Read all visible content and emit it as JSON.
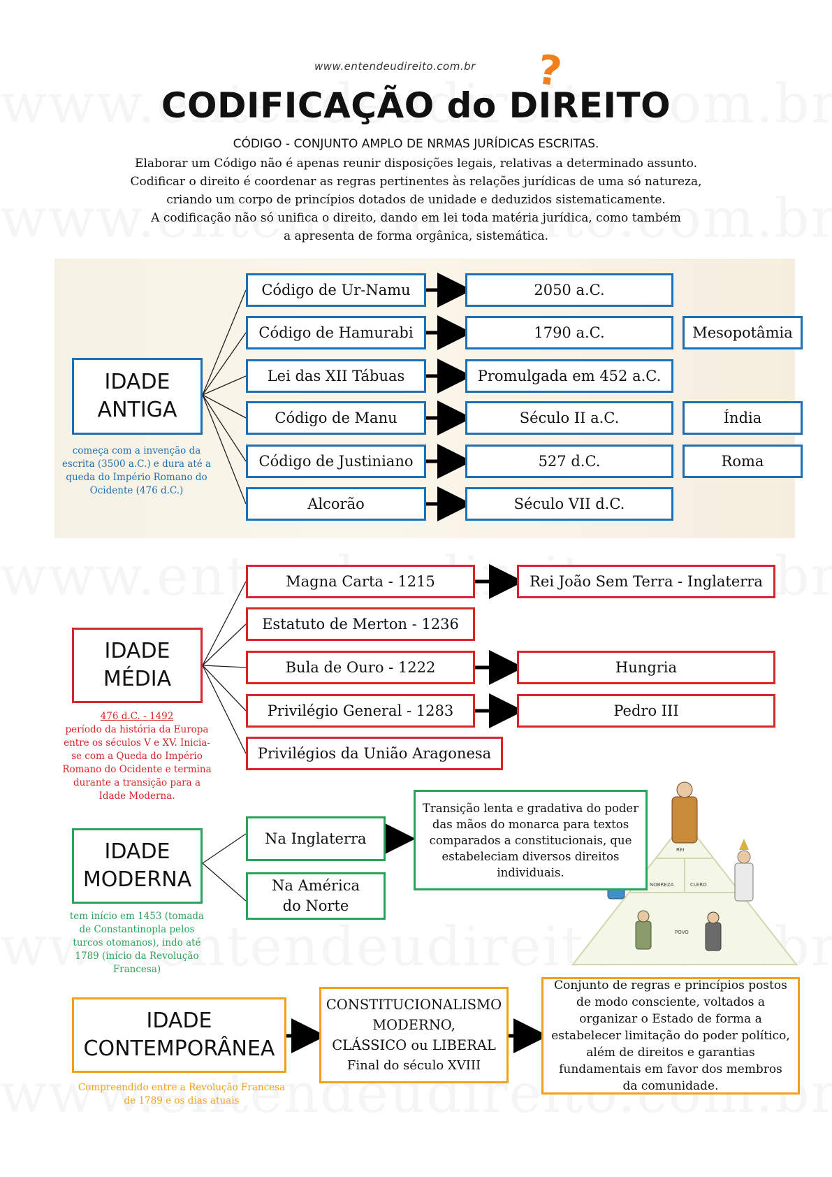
{
  "header": {
    "site": "www.entendeudireito.com.br",
    "title": "CODIFICAÇÃO do DIREITO",
    "subtitle": "CÓDIGO - CONJUNTO AMPLO DE NRMAS JURÍDICAS ESCRITAS.",
    "intro": [
      "Elaborar um Código não é apenas reunir disposições legais, relativas a determinado assunto.",
      "Codificar o direito é coordenar as regras pertinentes às relações jurídicas de uma só natureza,",
      "criando um corpo de princípios dotados de unidade e deduzidos sistematicamente.",
      "A codificação não só unifica o direito, dando em lei toda matéria jurídica, como também",
      "a apresenta de forma orgânica, sistemática."
    ],
    "watermark": "www.entendeudireito.com.br"
  },
  "antiga": {
    "era": [
      "IDADE",
      "ANTIGA"
    ],
    "note": "começa com a invenção da escrita (3500 a.C.) e dura até a queda do Império Romano do Ocidente (476 d.C.)",
    "items": [
      {
        "name": "Código de Ur-Namu",
        "date": "2050 a.C."
      },
      {
        "name": "Código de Hamurabi",
        "date": "1790 a.C.",
        "place": "Mesopotâmia"
      },
      {
        "name": "Lei das XII Tábuas",
        "date": "Promulgada em 452 a.C."
      },
      {
        "name": "Código de Manu",
        "date": "Século II a.C.",
        "place": "Índia"
      },
      {
        "name": "Código de Justiniano",
        "date": "527 d.C.",
        "place": "Roma"
      },
      {
        "name": "Alcorão",
        "date": "Século VII d.C."
      }
    ]
  },
  "media": {
    "era": [
      "IDADE",
      "MÉDIA"
    ],
    "note_date": "476 d.C. - 1492",
    "note": "período da história da Europa entre os séculos V e XV. Inicia-se com a Queda do Império Romano do Ocidente e termina durante a transição para a Idade Moderna.",
    "items": [
      {
        "name": "Magna Carta - 1215",
        "detail": "Rei João Sem Terra - Inglaterra"
      },
      {
        "name": "Estatuto de Merton - 1236"
      },
      {
        "name": "Bula de Ouro - 1222",
        "detail": "Hungria"
      },
      {
        "name": "Privilégio General - 1283",
        "detail": "Pedro III"
      },
      {
        "name": "Privilégios da União Aragonesa"
      }
    ]
  },
  "moderna": {
    "era": [
      "IDADE",
      "MODERNA"
    ],
    "note": "tem início em 1453 (tomada de Constantinopla pelos turcos otomanos), indo até 1789 (início da Revolução Francesa)",
    "items": [
      {
        "name": "Na Inglaterra"
      },
      {
        "name": "Na América do Norte"
      }
    ],
    "transition": "Transição lenta e gradativa do poder das mãos do monarca para textos comparados a constitucionais, que estabeleciam diversos direitos individuais.",
    "pyramid_labels": [
      "REI",
      "NOBREZA",
      "CLERO",
      "POVO"
    ]
  },
  "contemporanea": {
    "era": [
      "IDADE",
      "CONTEMPORÂNEA"
    ],
    "note": "Compreendido entre a Revolução Francesa de 1789 e os dias atuais",
    "middle": [
      "CONSTITUCIONALISMO",
      "MODERNO,",
      "CLÁSSICO ou LIBERAL",
      "Final do século XVIII"
    ],
    "definition": "Conjunto de regras e princípios postos de modo consciente, voltados a organizar o Estado de forma a estabelecer limitação do poder político, além de direitos e garantias fundamentais em favor dos membros da comunidade."
  },
  "colors": {
    "antiga": "#1f6fb4",
    "media": "#d8262b",
    "moderna": "#29a45a",
    "contemporanea": "#f2a019",
    "accent": "#f07e1b"
  }
}
